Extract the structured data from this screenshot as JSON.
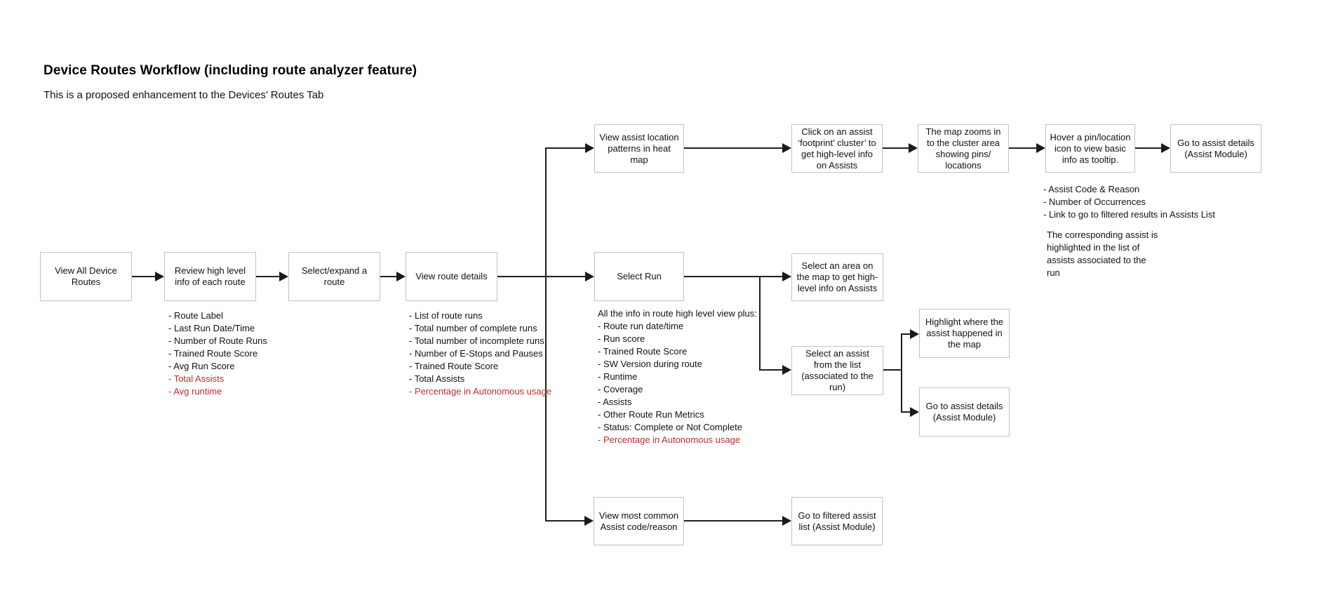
{
  "page": {
    "title": "Device Routes Workflow (including route analyzer feature)",
    "subtitle": "This is a proposed enhancement to the Devices’ Routes Tab"
  },
  "colors": {
    "text": "#111111",
    "red_highlight": "#b93129",
    "box_border": "#c2c2c2",
    "box_fill": "#ffffff",
    "connector": "#1f1f1f"
  },
  "nodes": {
    "view-all-device-routes": {
      "label": "View All Device\nRoutes"
    },
    "review-high-level-info": {
      "label": "Review high level\ninfo of each route"
    },
    "select-expand-route": {
      "label": "Select/expand a\nroute"
    },
    "view-route-details": {
      "label": "View route details"
    },
    "view-assist-heatmap": {
      "label": "View assist location\npatterns in heat\nmap"
    },
    "click-footprint-cluster": {
      "label": "Click on an assist\n‘footprint’ cluster’ to\nget high-level info\non Assists"
    },
    "map-zooms-cluster": {
      "label": "The map zooms in\nto the cluster area\nshowing pins/\nlocations"
    },
    "hover-pin-tooltip": {
      "label": "Hover a pin/location\nicon to view basic\ninfo as tooltip."
    },
    "go-assist-details-top": {
      "label": "Go to assist details\n(Assist Module)"
    },
    "select-run": {
      "label": "Select Run"
    },
    "select-area-map": {
      "label": "Select an area on\nthe map to get high-\nlevel info on Assists"
    },
    "select-assist-list": {
      "label": "Select an assist\nfrom the list\n(associated to the\nrun)"
    },
    "highlight-assist-map": {
      "label": "Highlight where the\nassist happened in\nthe map"
    },
    "go-assist-details-mid": {
      "label": "Go to assist details\n(Assist Module)"
    },
    "view-most-common": {
      "label": "View most common\nAssist code/reason"
    },
    "go-filtered-assist-list": {
      "label": "Go to filtered assist\nlist (Assist Module)"
    }
  },
  "edges": [
    {
      "from": "view-all-device-routes",
      "to": "review-high-level-info"
    },
    {
      "from": "review-high-level-info",
      "to": "select-expand-route"
    },
    {
      "from": "select-expand-route",
      "to": "view-route-details"
    },
    {
      "from": "view-route-details",
      "to": "view-assist-heatmap"
    },
    {
      "from": "view-route-details",
      "to": "select-run"
    },
    {
      "from": "view-route-details",
      "to": "view-most-common"
    },
    {
      "from": "view-assist-heatmap",
      "to": "click-footprint-cluster"
    },
    {
      "from": "click-footprint-cluster",
      "to": "map-zooms-cluster"
    },
    {
      "from": "map-zooms-cluster",
      "to": "hover-pin-tooltip"
    },
    {
      "from": "hover-pin-tooltip",
      "to": "go-assist-details-top"
    },
    {
      "from": "select-run",
      "to": "select-area-map"
    },
    {
      "from": "select-run",
      "to": "select-assist-list"
    },
    {
      "from": "select-assist-list",
      "to": "highlight-assist-map"
    },
    {
      "from": "select-assist-list",
      "to": "go-assist-details-mid"
    },
    {
      "from": "view-most-common",
      "to": "go-filtered-assist-list"
    }
  ],
  "annotations": {
    "route-high-level-list": {
      "lines": [
        {
          "text": "- Route Label"
        },
        {
          "text": "- Last Run Date/Time"
        },
        {
          "text": "- Number of Route Runs"
        },
        {
          "text": "- Trained Route Score"
        },
        {
          "text": "- Avg Run Score"
        },
        {
          "text": "- Total Assists",
          "red": true
        },
        {
          "text": "- Avg runtime",
          "red": true
        }
      ]
    },
    "route-details-list": {
      "lines": [
        {
          "text": "- List of route runs"
        },
        {
          "text": "- Total number of complete runs"
        },
        {
          "text": "- Total number of incomplete runs"
        },
        {
          "text": "- Number of E-Stops and Pauses"
        },
        {
          "text": "- Trained Route Score"
        },
        {
          "text": "- Total Assists"
        },
        {
          "text": "- Percentage in Autonomous usage",
          "red": true
        }
      ]
    },
    "select-run-list": {
      "lines": [
        {
          "text": "All the info in route high level view plus:"
        },
        {
          "text": "- Route run date/time"
        },
        {
          "text": "- Run score"
        },
        {
          "text": "- Trained Route Score"
        },
        {
          "text": "- SW Version during route"
        },
        {
          "text": "- Runtime"
        },
        {
          "text": "- Coverage"
        },
        {
          "text": "- Assists"
        },
        {
          "text": "- Other Route Run Metrics"
        },
        {
          "text": "- Status: Complete or Not Complete"
        },
        {
          "text": "- Percentage in Autonomous usage",
          "red": true
        }
      ]
    },
    "assist-tooltip-list": {
      "lines": [
        {
          "text": "- Assist Code & Reason"
        },
        {
          "text": "- Number of Occurrences"
        },
        {
          "text": "- Link to go to filtered results in Assists List"
        }
      ]
    },
    "assist-note": {
      "lines": [
        {
          "text": "The corresponding assist is"
        },
        {
          "text": "highlighted in the list of"
        },
        {
          "text": "assists associated to the"
        },
        {
          "text": "run"
        }
      ]
    }
  }
}
